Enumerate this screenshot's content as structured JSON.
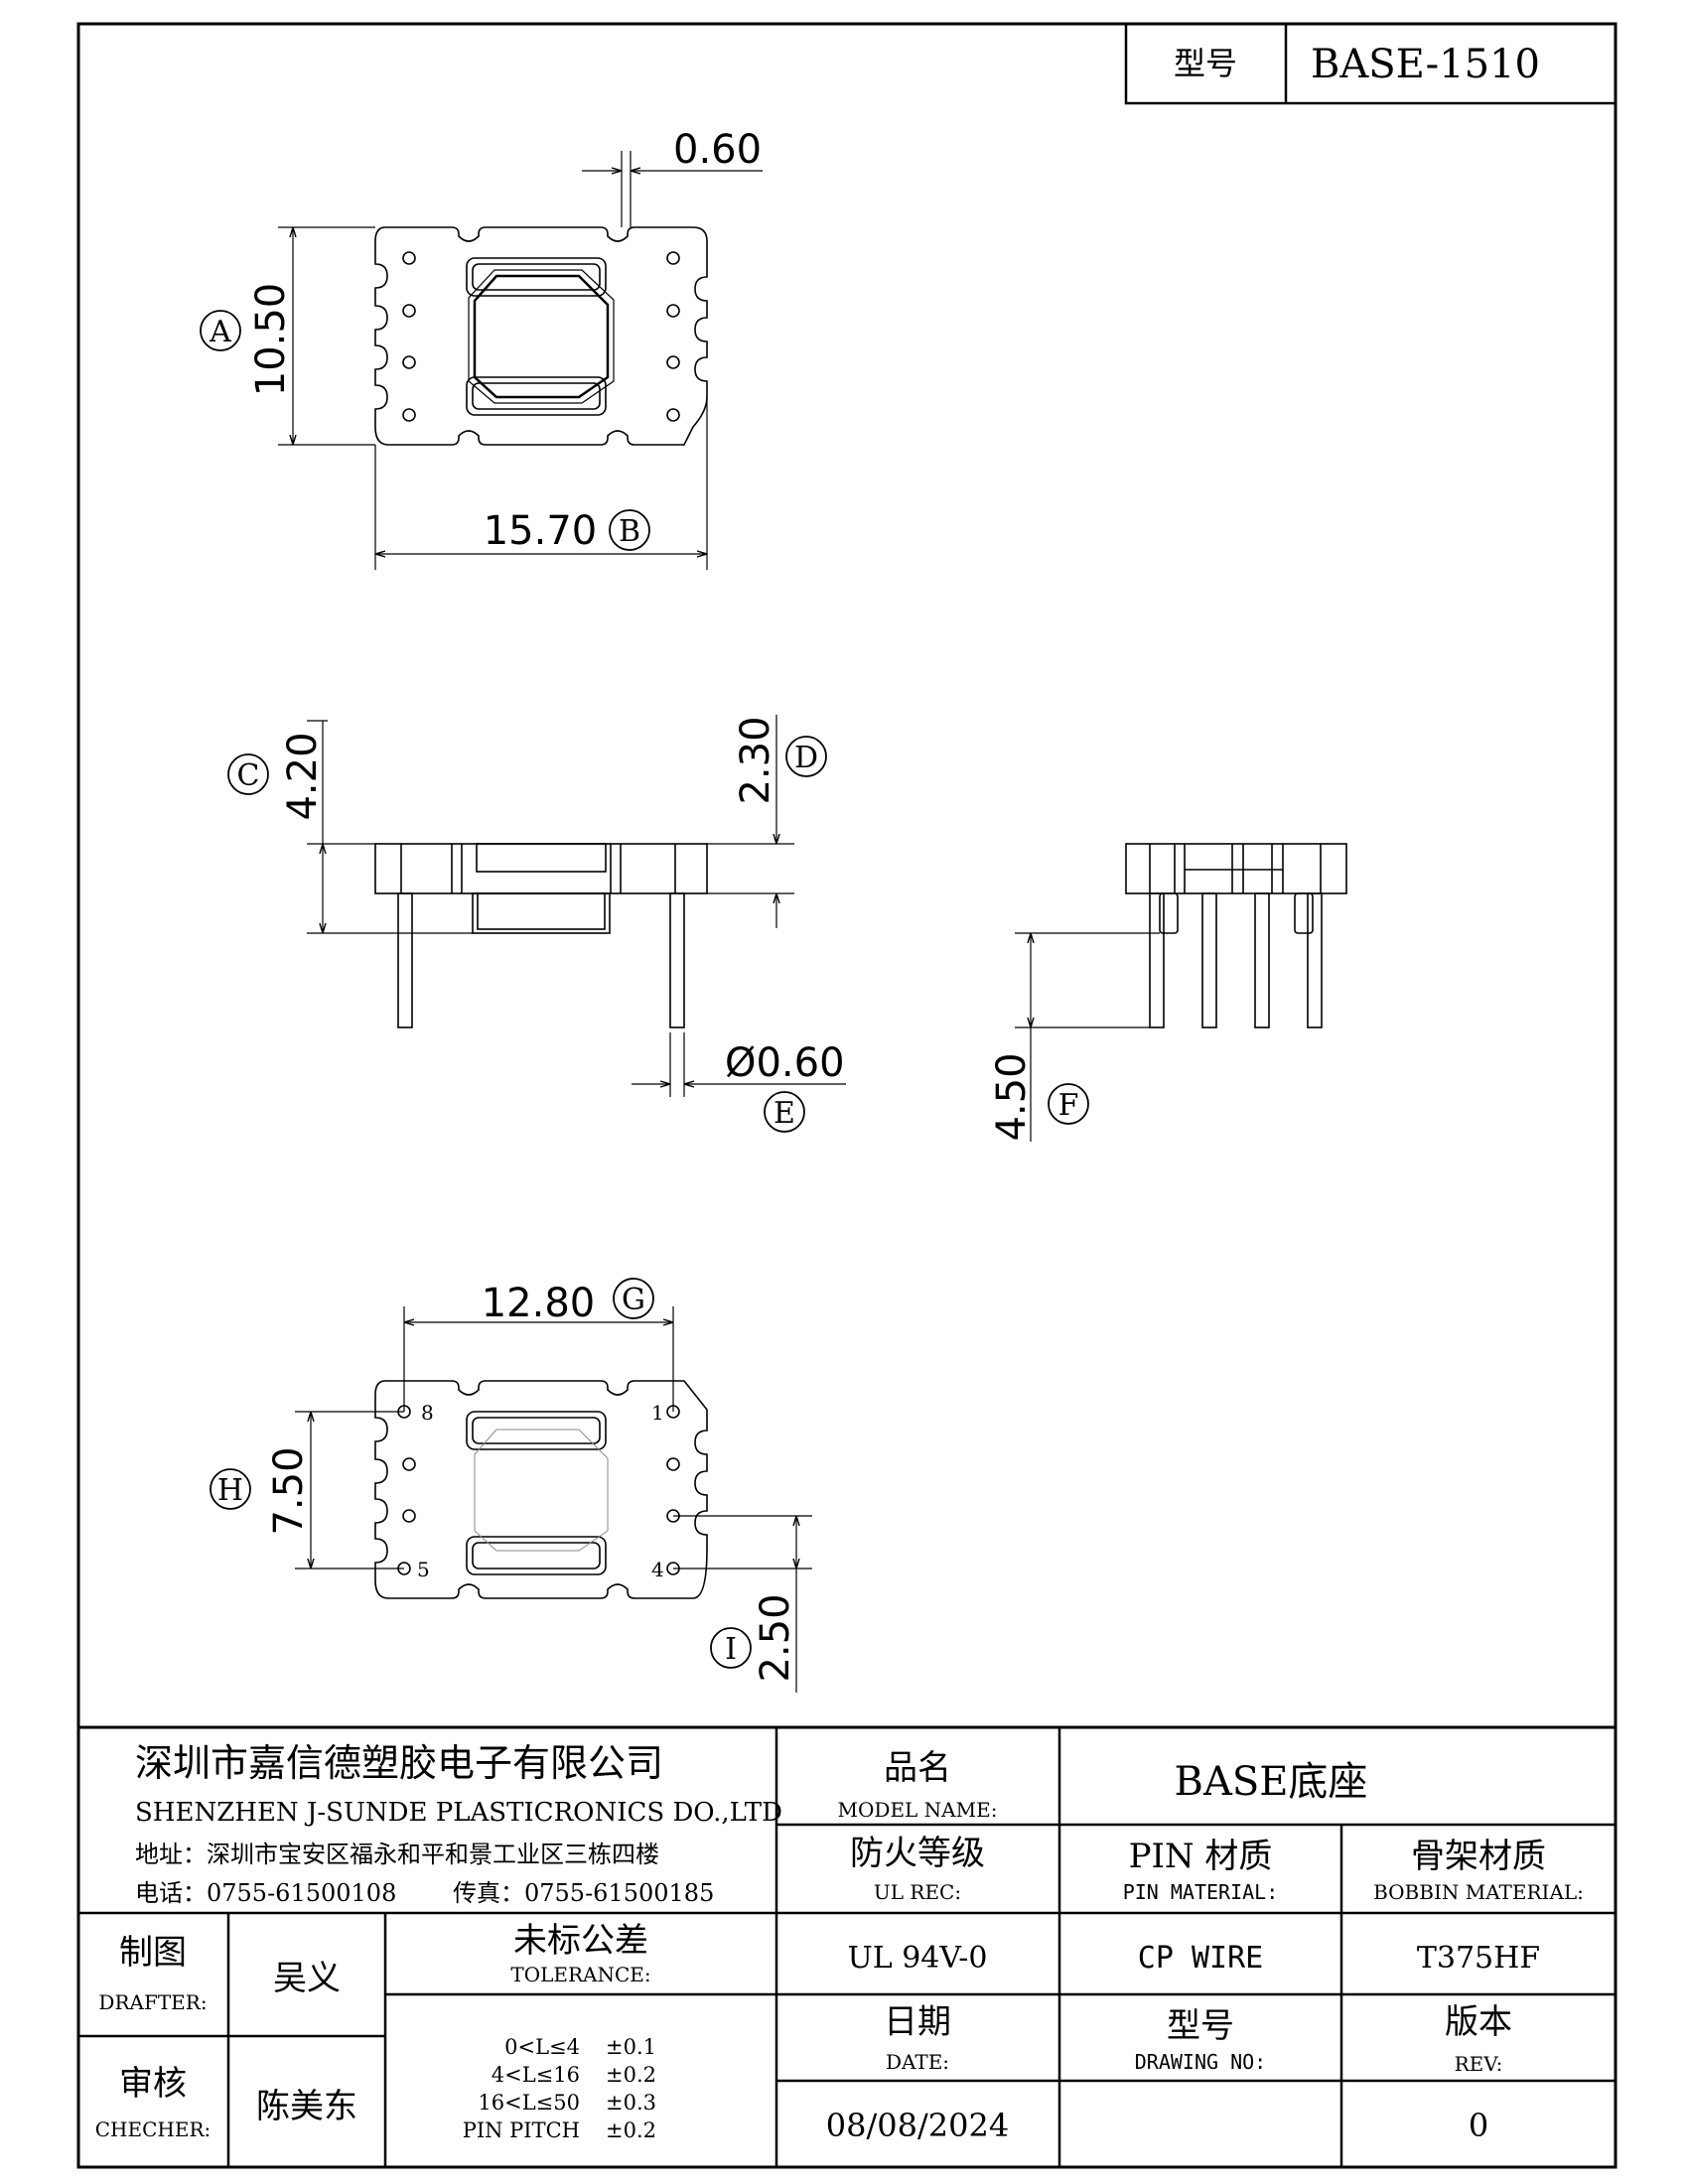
{
  "title_block_top": {
    "model_label": "型号",
    "model_value": "BASE-1510"
  },
  "dimensions": {
    "slot_width": "0.60",
    "height_a": "10.50",
    "width_b": "15.70",
    "height_c": "4.20",
    "height_d": "2.30",
    "pin_diameter": "Ø0.60",
    "pin_length_f": "4.50",
    "pitch_g": "12.80",
    "pitch_h": "7.50",
    "offset_i": "2.50"
  },
  "callouts": {
    "a": "A",
    "b": "B",
    "c": "C",
    "d": "D",
    "e": "E",
    "f": "F",
    "g": "G",
    "h": "H",
    "i": "I"
  },
  "pin_numbers": {
    "p8": "8",
    "p1": "1",
    "p5": "5",
    "p4": "4"
  },
  "company": {
    "name_cn": "深圳市嘉信德塑胶电子有限公司",
    "name_en": "SHENZHEN J-SUNDE PLASTICRONICS DO.,LTD",
    "address": "地址：深圳市宝安区福永和平和景工业区三栋四楼",
    "phone": "电话：0755-61500108",
    "fax": "传真：0755-61500185"
  },
  "title_block": {
    "product_name_cn": "品名",
    "product_name_en": "MODEL NAME:",
    "product_value": "BASE底座",
    "ul_cn": "防火等级",
    "ul_en": "UL REC:",
    "pin_cn": "PIN 材质",
    "pin_en": "PIN MATERIAL:",
    "bobbin_cn": "骨架材质",
    "bobbin_en": "BOBBIN MATERIAL:",
    "drafter_cn": "制图",
    "drafter_en": "DRAFTER:",
    "drafter_value": "吴义",
    "tolerance_cn": "未标公差",
    "tolerance_en": "TOLERANCE:",
    "ul_value": "UL 94V-0",
    "pin_value": "CP WIRE",
    "bobbin_value": "T375HF",
    "checker_cn": "审核",
    "checker_en": "CHECHER:",
    "checker_value": "陈美东",
    "tol_rows": [
      {
        "range": "0<L≤4",
        "tol": "±0.1"
      },
      {
        "range": "4<L≤16",
        "tol": "±0.2"
      },
      {
        "range": "16<L≤50",
        "tol": "±0.3"
      },
      {
        "range": "PIN PITCH",
        "tol": "±0.2"
      }
    ],
    "date_cn": "日期",
    "date_en": "DATE:",
    "date_value": "08/08/2024",
    "drawing_cn": "型号",
    "drawing_en": "DRAWING NO:",
    "drawing_value": "",
    "rev_cn": "版本",
    "rev_en": "REV:",
    "rev_value": "0"
  }
}
